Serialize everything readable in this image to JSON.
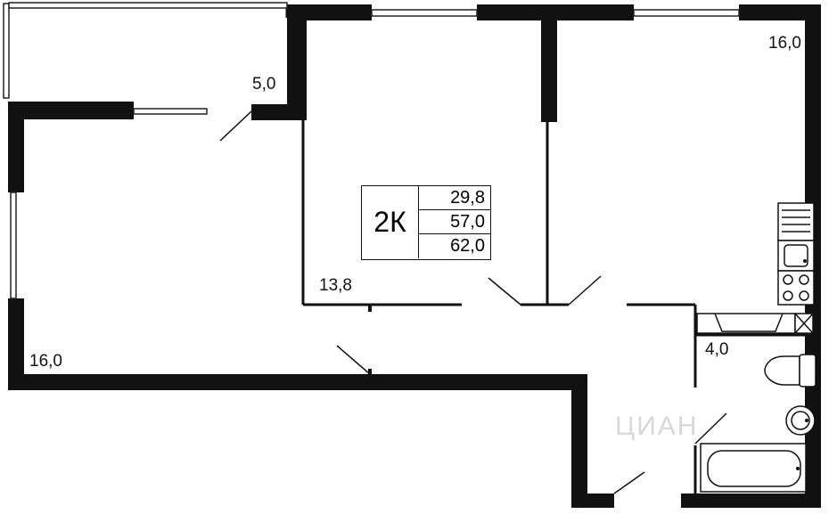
{
  "plan": {
    "rooms": [
      {
        "id": "balcony",
        "area": "5,0"
      },
      {
        "id": "living-room",
        "area": "16,0"
      },
      {
        "id": "corridor",
        "area": "13,8"
      },
      {
        "id": "kitchen-room",
        "area": "16,0"
      },
      {
        "id": "bathroom",
        "area": "4,0"
      }
    ],
    "summary": {
      "type": "2К",
      "living_area": "29,8",
      "total_area": "57,0",
      "total_with_balcony": "62,0"
    },
    "watermark": "ЦИАН"
  }
}
